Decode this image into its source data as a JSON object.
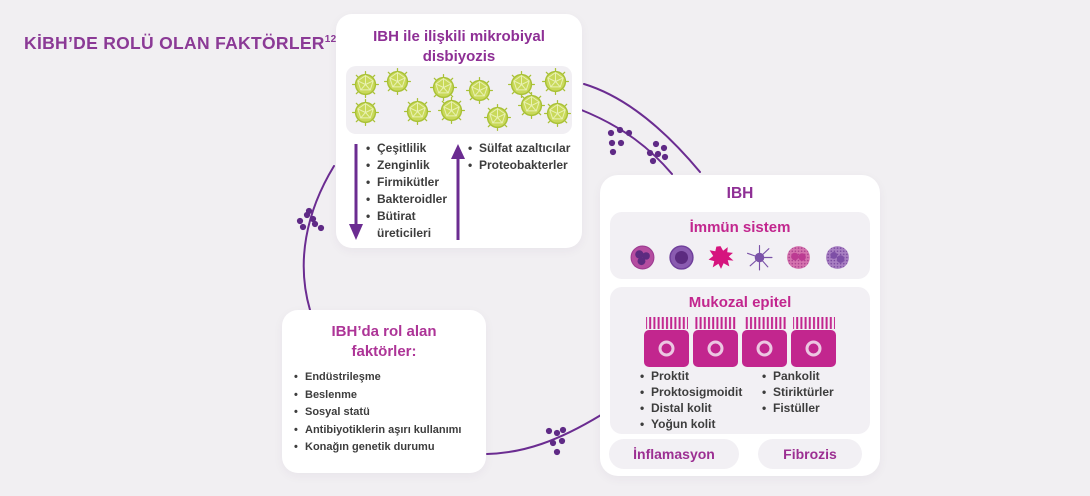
{
  "page": {
    "title": "KİBH’DE ROLÜ OLAN FAKTÖRLER",
    "title_ref": "12",
    "background": "#f1eff2"
  },
  "colors": {
    "purple_title": "#8b3a96",
    "magenta_header": "#c2268e",
    "connector_purple": "#6b2c91",
    "dot_purple": "#5f2a86",
    "microbe_green": "#c9d95a",
    "body_text": "#3d3d3d",
    "card_bg": "#ffffff",
    "section_bg": "#f2f0f4"
  },
  "microbial_card": {
    "title": "IBH ile ilişkili mikrobiyal disbiyozis",
    "microbe_icon": "virus-microbe-icon",
    "microbe_count": 12,
    "decreased_arrow": "arrow-down-icon",
    "increased_arrow": "arrow-up-icon",
    "decreased": [
      "Çeşitlilik",
      "Zenginlik",
      "Firmikütler",
      "Bakteroidler",
      "Bütirat üreticileri"
    ],
    "increased": [
      "Sülfat azaltıcılar",
      "Proteobakterler"
    ]
  },
  "ibd_card": {
    "title": "IBH",
    "immune_section": {
      "title": "İmmün sistem",
      "cell_icons": [
        "granulocyte-cell-icon",
        "monocyte-cell-icon",
        "macrophage-cell-icon",
        "dendritic-cell-icon",
        "eosinophil-cell-icon",
        "basophil-cell-icon"
      ]
    },
    "mucosa_section": {
      "title": "Mukozal epitel",
      "epithelium_icon": "epithelial-cells-icon",
      "items_left": [
        "Proktit",
        "Proktosigmoidit",
        "Distal kolit",
        "Yoğun kolit"
      ],
      "items_right": [
        "Pankolit",
        "Stiriktürler",
        "Fistüller"
      ]
    },
    "badges": [
      "İnflamasyon",
      "Fibrozis"
    ]
  },
  "factors_card": {
    "title": "IBH’da rol alan faktörler:",
    "items": [
      "Endüstrileşme",
      "Beslenme",
      "Sosyal statü",
      "Antibiyotiklerin aşırı kullanımı",
      "Konağın genetik durumu"
    ]
  }
}
